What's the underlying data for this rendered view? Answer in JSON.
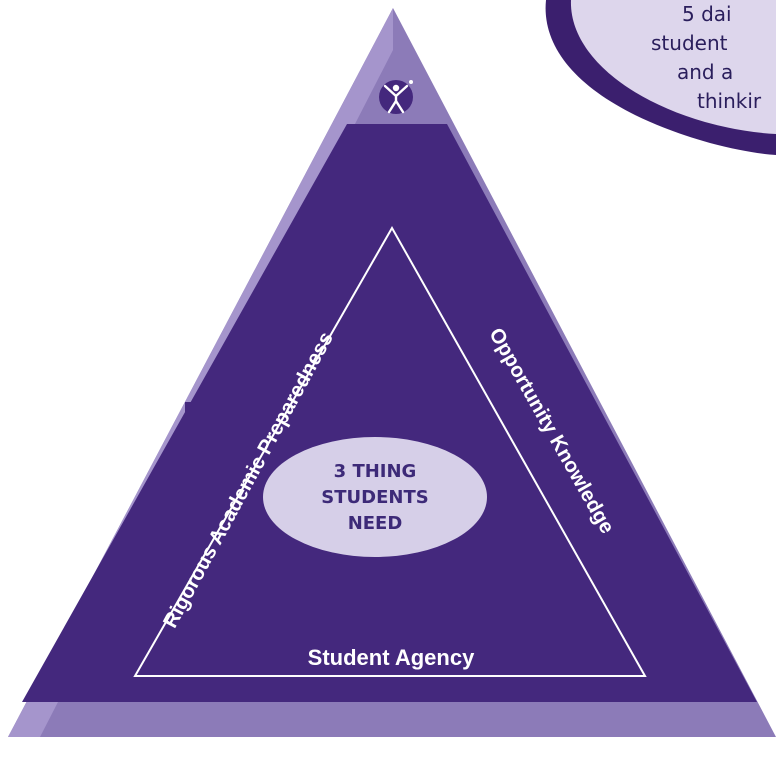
{
  "callout": {
    "lines": [
      "5 dai",
      "student",
      "and a",
      "thinkir"
    ]
  },
  "diagram": {
    "center_lines": [
      "3 THING",
      "STUDENTS",
      "NEED"
    ],
    "left_side": "Rigorous Academic Preparedness",
    "right_side": "Opportunity Knowledge",
    "bottom_side": "Student Agency"
  },
  "colors": {
    "outer_triangle": "#8c7bb8",
    "outer_rim_left": "#a595cc",
    "inner_band": "#7c68b0",
    "dark_triangle": "#44287d",
    "center_oval": "#d6cfe8",
    "bubble_fill": "#ddd6ec",
    "bubble_border": "#3b1f6e",
    "line": "#ffffff"
  },
  "icons": {
    "apex": "person-arms-raised-icon"
  }
}
